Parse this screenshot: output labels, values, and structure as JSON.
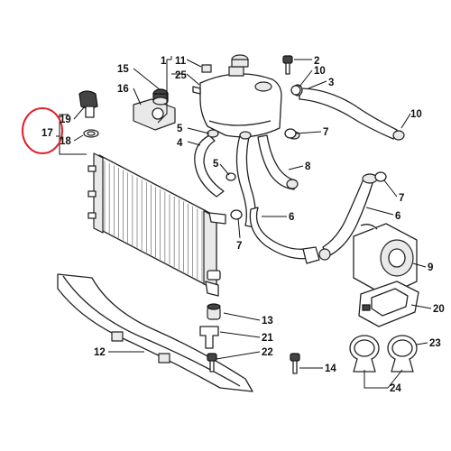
{
  "callouts": [
    {
      "id": "c1",
      "text": "1"
    },
    {
      "id": "c2",
      "text": "2"
    },
    {
      "id": "c3",
      "text": "3"
    },
    {
      "id": "c4",
      "text": "4"
    },
    {
      "id": "c5a",
      "text": "5"
    },
    {
      "id": "c5b",
      "text": "5"
    },
    {
      "id": "c6a",
      "text": "6"
    },
    {
      "id": "c6b",
      "text": "6"
    },
    {
      "id": "c7a",
      "text": "7"
    },
    {
      "id": "c7b",
      "text": "7"
    },
    {
      "id": "c7c",
      "text": "7"
    },
    {
      "id": "c8",
      "text": "8"
    },
    {
      "id": "c9",
      "text": "9"
    },
    {
      "id": "c10a",
      "text": "10"
    },
    {
      "id": "c10b",
      "text": "10"
    },
    {
      "id": "c11",
      "text": "11"
    },
    {
      "id": "c12",
      "text": "12"
    },
    {
      "id": "c13",
      "text": "13"
    },
    {
      "id": "c14",
      "text": "14"
    },
    {
      "id": "c15",
      "text": "15"
    },
    {
      "id": "c16",
      "text": "16"
    },
    {
      "id": "c17",
      "text": "17"
    },
    {
      "id": "c18",
      "text": "18"
    },
    {
      "id": "c19",
      "text": "19"
    },
    {
      "id": "c20",
      "text": "20"
    },
    {
      "id": "c21",
      "text": "21"
    },
    {
      "id": "c22",
      "text": "22"
    },
    {
      "id": "c23",
      "text": "23"
    },
    {
      "id": "c24",
      "text": "24"
    },
    {
      "id": "c25",
      "text": "25"
    }
  ],
  "highlight": {
    "target": "17",
    "color": "#e0202a"
  }
}
